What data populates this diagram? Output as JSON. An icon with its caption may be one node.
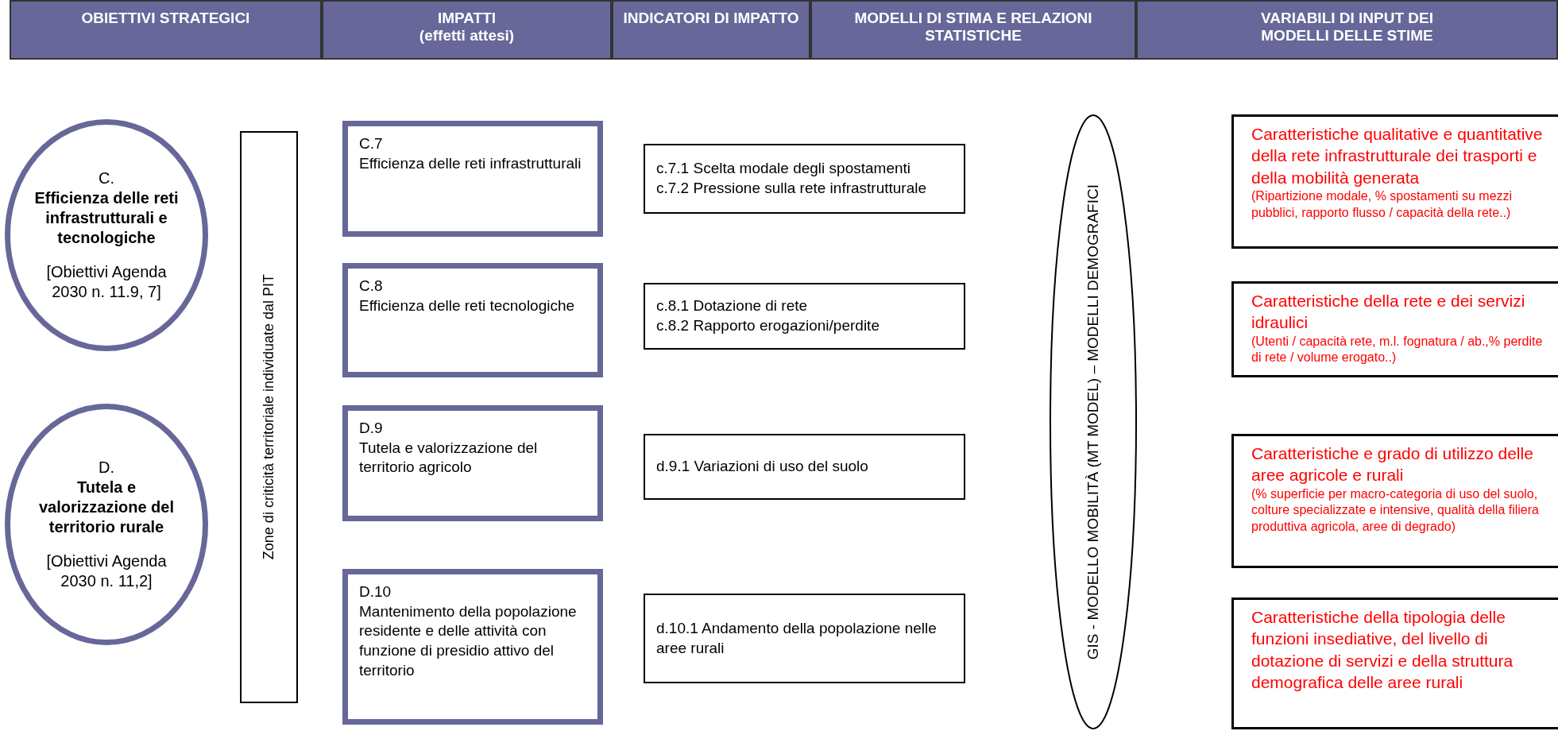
{
  "diagram": {
    "nodes": [
      {
        "text": [
          "OBIETTIVI STRATEGICI"
        ]
      },
      {
        "text": [
          "IMPATTI",
          "(effetti attesi)"
        ]
      },
      {
        "text": [
          "INDICATORI DI IMPATTO"
        ]
      },
      {
        "text": [
          "MODELLI DI STIMA E RELAZIONI STATISTICHE"
        ]
      },
      {
        "text": [
          "VARIABILI DI INPUT DEI MODELLI DELLE STIME"
        ]
      },
      {
        "text": [
          "C.",
          "Efficienza delle reti infrastrutturali e tecnologiche",
          "[Obiettivi Agenda 2030 n. 11.9, 7]"
        ]
      },
      {
        "text": [
          "D.",
          "Tutela e valorizzazione del territorio rurale",
          "[Obiettivi Agenda 2030 n. 11,2]"
        ]
      },
      {
        "text": [
          "Zone di criticità territoriale individuate dal PIT"
        ]
      },
      {
        "text": [
          "C.7",
          "Efficienza delle reti infrastrutturali"
        ]
      },
      {
        "text": [
          "C.8",
          "Efficienza delle reti tecnologiche"
        ]
      },
      {
        "text": [
          "D.9",
          "Tutela e valorizzazione del territorio agricolo"
        ]
      },
      {
        "text": [
          "D.10",
          "Mantenimento della popolazione residente e delle attività con funzione di presidio attivo del territorio"
        ]
      },
      {
        "text": [
          "c.7.1 Scelta modale degli spostamenti",
          "c.7.2 Pressione sulla rete infrastrutturale"
        ]
      },
      {
        "text": [
          "c.8.1 Dotazione di rete",
          "c.8.2 Rapporto erogazioni/perdite"
        ]
      },
      {
        "text": [
          "d.9.1 Variazioni di uso del suolo"
        ]
      },
      {
        "text": [
          "d.10.1 Andamento della popolazione nelle aree rurali"
        ]
      },
      {
        "text": [
          "GIS - MODELLO MOBILITÀ (MT MODEL) – MODELLI DEMOGRAFICI"
        ]
      },
      {
        "text": [
          "Caratteristiche qualitative e quantitative della rete infrastrutturale dei trasporti e della mobilità generata",
          "(Ripartizione modale, % spostamenti su mezzi pubblici, rapporto flusso / capacità della rete..)"
        ]
      },
      {
        "text": [
          "Caratteristiche della rete e dei servizi idraulici",
          "(Utenti / capacità rete, m.l. fognatura / ab.,% perdite di rete / volume erogato..)"
        ]
      },
      {
        "text": [
          "Caratteristiche e grado di utilizzo delle aree agricole e rurali",
          "(% superficie per macro-categoria di uso del suolo, colture specializzate e intensive, qualità della filiera produttiva agricola, aree di degrado)"
        ]
      },
      {
        "text": [
          "Caratteristiche della tipologia delle funzioni insediative, del livello di dotazione di servizi e della struttura demografica delle aree rurali"
        ]
      }
    ]
  }
}
